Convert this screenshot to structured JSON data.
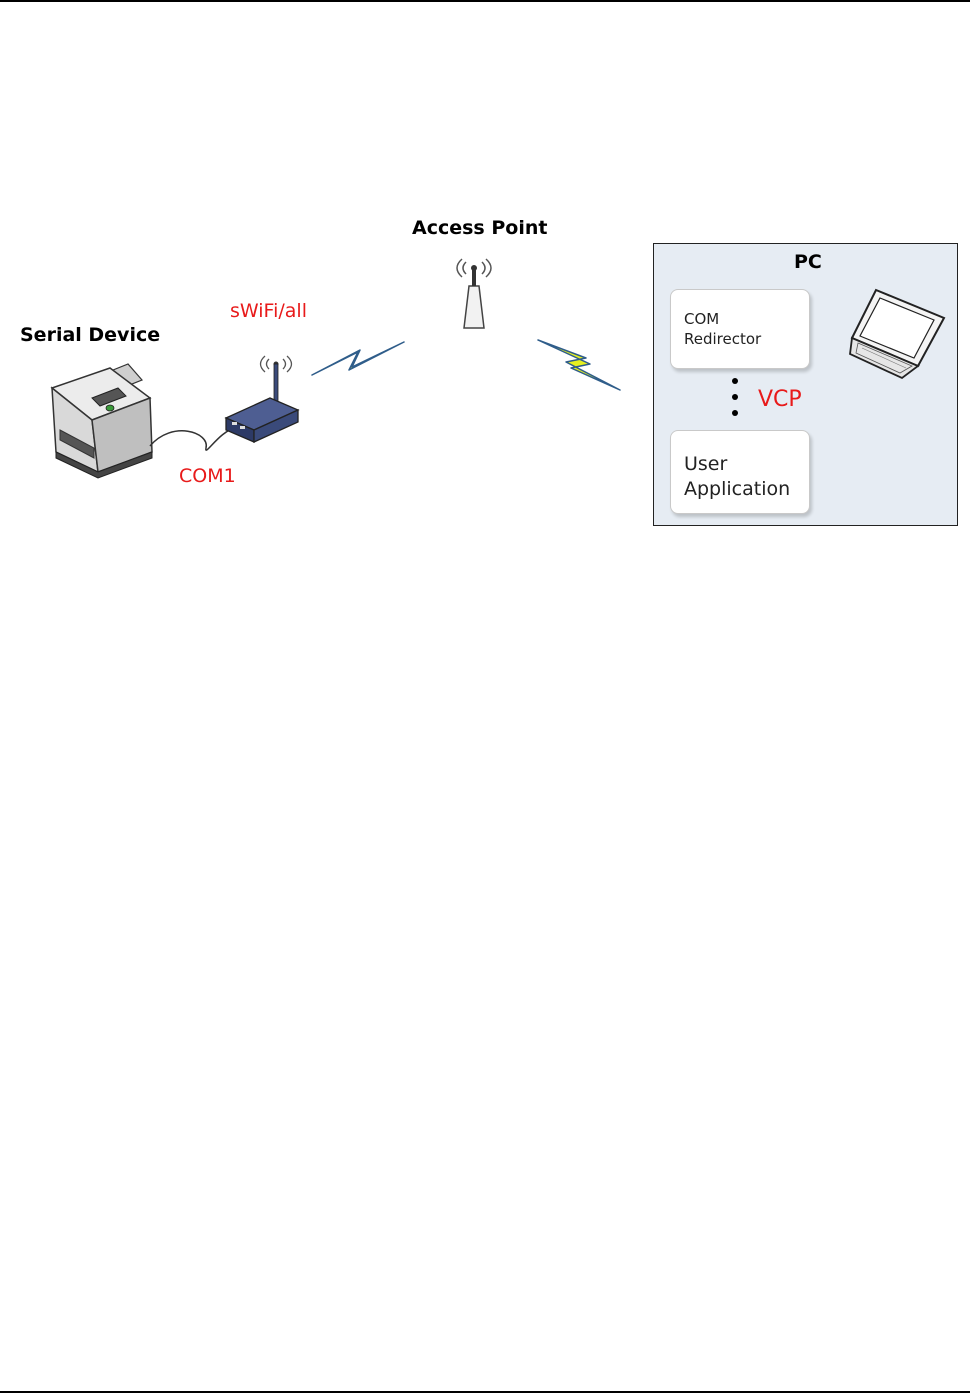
{
  "diagram": {
    "access_point_label": "Access Point",
    "swifi_label": "sWiFi/all",
    "serial_device_label": "Serial Device",
    "com1_label": "COM1",
    "pc": {
      "title": "PC",
      "com_redirector_line1": "COM",
      "com_redirector_line2": "Redirector",
      "vcp_label": "VCP",
      "user_app_line1": "User",
      "user_app_line2": "Application"
    }
  },
  "colors": {
    "accent_red": "#e81a1a",
    "pc_background": "#e6ecf3",
    "lightning_fill": "#e6f020",
    "lightning_stroke": "#2f5d8a",
    "router_body": "#3a4a7a"
  }
}
